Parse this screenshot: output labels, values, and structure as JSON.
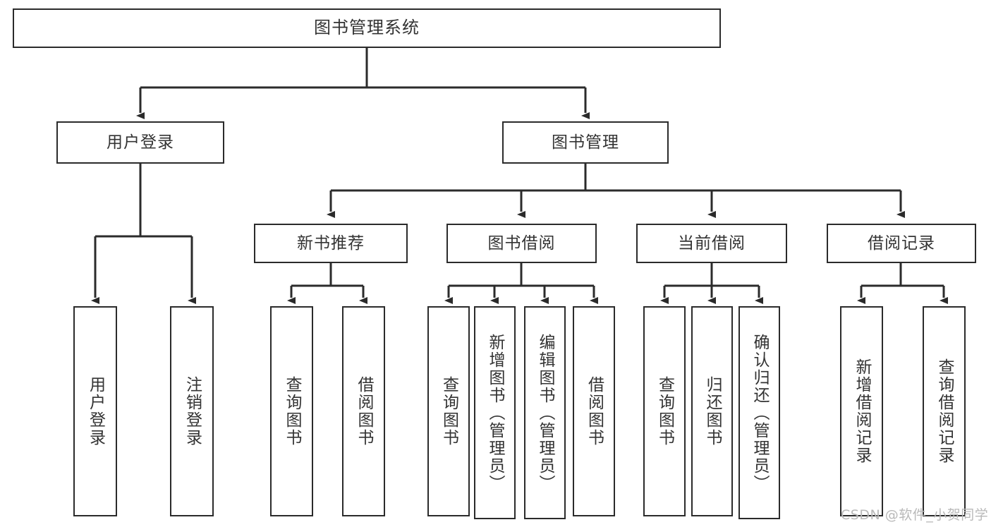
{
  "diagram": {
    "title": "图书管理系统",
    "type": "tree-hierarchy-diagram",
    "root": {
      "label": "图书管理系统"
    },
    "level2": [
      {
        "label": "用户登录"
      },
      {
        "label": "图书管理"
      }
    ],
    "level3": [
      {
        "label": "新书推荐"
      },
      {
        "label": "图书借阅"
      },
      {
        "label": "当前借阅"
      },
      {
        "label": "借阅记录"
      }
    ],
    "leaves": [
      {
        "label": "用户登录",
        "parent": "用户登录"
      },
      {
        "label": "注销登录",
        "parent": "用户登录"
      },
      {
        "label": "查询图书",
        "parent": "新书推荐"
      },
      {
        "label": "借阅图书",
        "parent": "新书推荐"
      },
      {
        "label": "查询图书",
        "parent": "图书借阅"
      },
      {
        "label": "新增图书（管理员）",
        "parent": "图书借阅"
      },
      {
        "label": "编辑图书（管理员）",
        "parent": "图书借阅"
      },
      {
        "label": "借阅图书",
        "parent": "图书借阅"
      },
      {
        "label": "查询图书",
        "parent": "当前借阅"
      },
      {
        "label": "归还图书",
        "parent": "当前借阅"
      },
      {
        "label": "确认归还（管理员）",
        "parent": "当前借阅"
      },
      {
        "label": "新增借阅记录",
        "parent": "借阅记录"
      },
      {
        "label": "查询借阅记录",
        "parent": "借阅记录"
      }
    ],
    "colors": {
      "box_border": "#2b2b2b",
      "box_fill": "#ffffff",
      "text": "#333333",
      "connector": "#2b2b2b",
      "watermark": "#b9b9b9",
      "background": "#ffffff"
    }
  },
  "watermark": {
    "text": "CSDN @软件_小贺同学"
  }
}
